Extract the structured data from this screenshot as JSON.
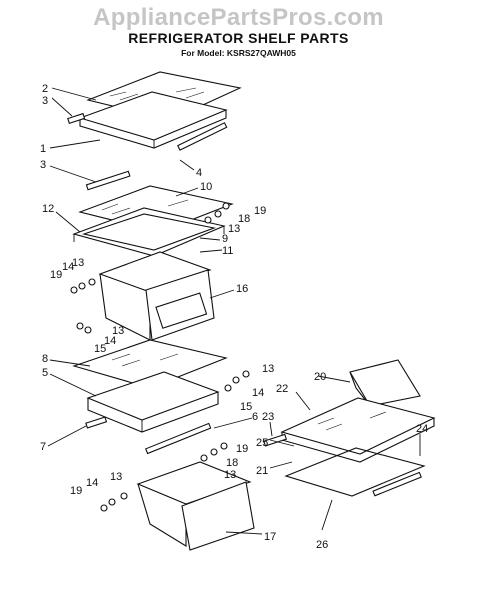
{
  "header": {
    "watermark": "AppliancePartsPros.com",
    "title": "REFRIGERATOR SHELF PARTS",
    "model": "For Model: KSRS27QAWH05"
  },
  "labels": {
    "l2": "2",
    "l3a": "3",
    "l1": "1",
    "l4": "4",
    "l3b": "3",
    "l10": "10",
    "l19a": "19",
    "l18a": "18",
    "l13a": "13",
    "l12": "12",
    "l9": "9",
    "l11": "11",
    "l19b": "19",
    "l14a": "14",
    "l13b": "13",
    "l16": "16",
    "l13c": "13",
    "l14b": "14",
    "l15a": "15",
    "l8": "8",
    "l5": "5",
    "l13d": "13",
    "l14c": "14",
    "l15b": "15",
    "l6": "6",
    "l20": "20",
    "l22": "22",
    "l23": "23",
    "l7": "7",
    "l19c": "19",
    "l18b": "18",
    "l13e": "13",
    "l24": "24",
    "l25": "25",
    "l21": "21",
    "l13f": "13",
    "l14d": "14",
    "l19d": "19",
    "l17": "17",
    "l26": "26"
  }
}
